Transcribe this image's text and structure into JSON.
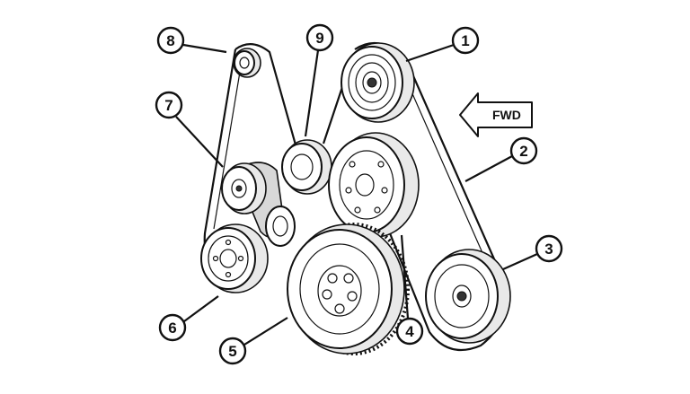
{
  "callouts": [
    {
      "number": "1",
      "part": "generator-pulley"
    },
    {
      "number": "2",
      "part": "drive-belt"
    },
    {
      "number": "3",
      "part": "ac-compressor-pulley"
    },
    {
      "number": "4",
      "part": "water-pump-pulley"
    },
    {
      "number": "5",
      "part": "crankshaft-damper"
    },
    {
      "number": "6",
      "part": "fan-drive-pulley"
    },
    {
      "number": "7",
      "part": "belt-tensioner"
    },
    {
      "number": "8",
      "part": "upper-idler-pulley"
    },
    {
      "number": "9",
      "part": "idler-pulley"
    }
  ],
  "direction": {
    "label": "FWD"
  }
}
